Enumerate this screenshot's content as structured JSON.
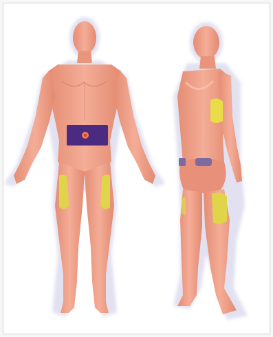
{
  "figure": {
    "views": [
      "front",
      "back"
    ],
    "colors": {
      "skin": "#f0a08a",
      "skin_dark": "#d97d66",
      "skin_light": "#f7c2b1",
      "outline_glow": "#e6e6f5",
      "abdomen_zone": "#4b2a82",
      "abdomen_navel": "#f07a50",
      "thigh_zone": "#e0d44a",
      "arm_zone": "#e8dc48",
      "buttock_zone": "#7d6ba0"
    },
    "zones": [
      {
        "name": "abdomen",
        "view": "front",
        "icon": "abdomen-injection-site"
      },
      {
        "name": "left-thigh",
        "view": "front",
        "icon": "thigh-injection-site"
      },
      {
        "name": "right-thigh",
        "view": "front",
        "icon": "thigh-injection-site"
      },
      {
        "name": "upper-arm",
        "view": "back",
        "icon": "arm-injection-site"
      },
      {
        "name": "buttock",
        "view": "back",
        "icon": "buttock-injection-site"
      },
      {
        "name": "back-thigh",
        "view": "back",
        "icon": "thigh-injection-site"
      }
    ]
  }
}
